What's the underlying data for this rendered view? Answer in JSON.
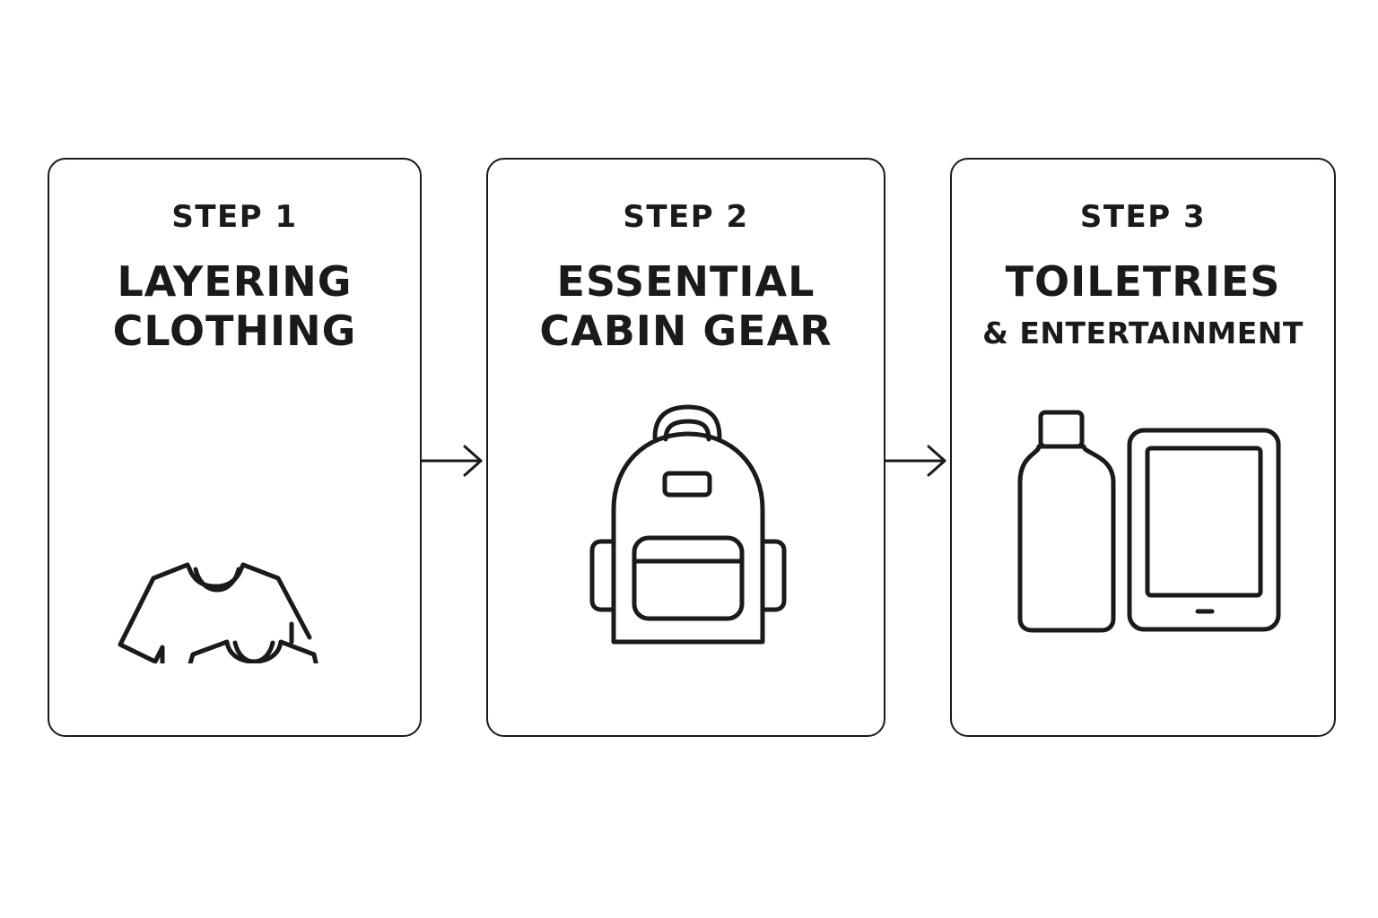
{
  "steps": [
    {
      "label": "STEP 1",
      "title_line1": "LAYERING",
      "title_line2": "CLOTHING",
      "icon": "clothing-icon"
    },
    {
      "label": "STEP 2",
      "title_line1": "ESSENTIAL",
      "title_line2": "CABIN GEAR",
      "icon": "backpack-icon"
    },
    {
      "label": "STEP 3",
      "title_line1": "TOILETRIES",
      "title_line2": "& ENTERTAINMENT",
      "icon": "toiletries-tablet-icon"
    }
  ],
  "colors": {
    "stroke": "#1a1a1a",
    "background": "#ffffff"
  }
}
